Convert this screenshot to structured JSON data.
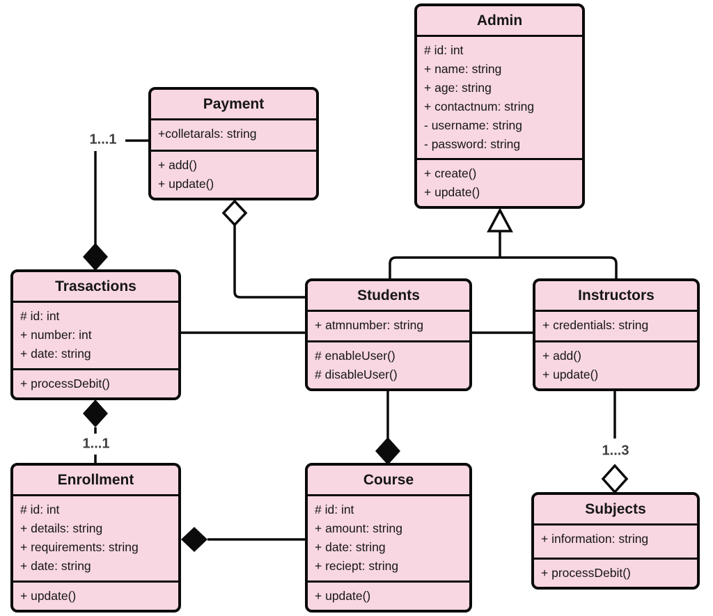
{
  "classes": {
    "admin": {
      "name": "Admin",
      "attributes": [
        "# id: int",
        "+ name: string",
        "+ age: string",
        "+ contactnum: string",
        "- username: string",
        "- password: string"
      ],
      "methods": [
        "+ create()",
        "+ update()"
      ]
    },
    "payment": {
      "name": "Payment",
      "attributes": [
        "+colletarals: string"
      ],
      "methods": [
        "+ add()",
        "+ update()"
      ]
    },
    "transactions": {
      "name": "Trasactions",
      "attributes": [
        "# id: int",
        "+ number: int",
        "+ date: string"
      ],
      "methods": [
        "+ processDebit()"
      ]
    },
    "students": {
      "name": "Students",
      "attributes": [
        "+ atmnumber: string"
      ],
      "methods": [
        "# enableUser()",
        "# disableUser()"
      ]
    },
    "instructors": {
      "name": "Instructors",
      "attributes": [
        "+ credentials: string"
      ],
      "methods": [
        "+ add()",
        "+ update()"
      ]
    },
    "enrollment": {
      "name": "Enrollment",
      "attributes": [
        "# id: int",
        "+ details: string",
        "+ requirements: string",
        "+ date: string"
      ],
      "methods": [
        "+ update()"
      ]
    },
    "course": {
      "name": "Course",
      "attributes": [
        "# id: int",
        "+ amount: string",
        "+ date: string",
        "+ reciept: string"
      ],
      "methods": [
        "+ update()"
      ]
    },
    "subjects": {
      "name": "Subjects",
      "attributes": [
        "+ information: string"
      ],
      "methods": [
        "+ processDebit()"
      ]
    }
  },
  "multiplicities": {
    "payment_transactions": "1...1",
    "transactions_enrollment": "1...1",
    "instructors_subjects": "1...3"
  },
  "relationships": [
    {
      "from": "Payment",
      "to": "Trasactions",
      "type": "composition",
      "diamond_at": "Trasactions",
      "label": "1...1"
    },
    {
      "from": "Payment",
      "to": "Students",
      "type": "aggregation",
      "diamond_at": "Payment"
    },
    {
      "from": "Students",
      "to": "Admin",
      "type": "generalization"
    },
    {
      "from": "Instructors",
      "to": "Admin",
      "type": "generalization"
    },
    {
      "from": "Trasactions",
      "to": "Students",
      "type": "association"
    },
    {
      "from": "Students",
      "to": "Instructors",
      "type": "association"
    },
    {
      "from": "Trasactions",
      "to": "Enrollment",
      "type": "composition",
      "diamond_at": "Trasactions",
      "label": "1...1"
    },
    {
      "from": "Students",
      "to": "Course",
      "type": "composition",
      "diamond_at": "Course"
    },
    {
      "from": "Instructors",
      "to": "Subjects",
      "type": "aggregation",
      "diamond_at": "Subjects",
      "label": "1...3"
    },
    {
      "from": "Enrollment",
      "to": "Course",
      "type": "composition",
      "diamond_at": "Enrollment"
    }
  ],
  "colors": {
    "class_fill": "#f8d7e2",
    "line": "#0b0b0b",
    "multiplicity_text": "#3f3f3f",
    "background": "#ffffff"
  }
}
